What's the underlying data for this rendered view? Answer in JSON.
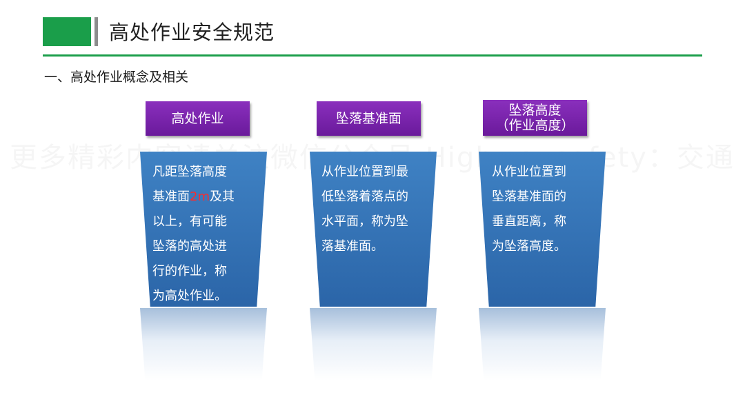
{
  "title": "高处作业安全规范",
  "section_heading": "一、高处作业概念及相关",
  "watermark": "更多精彩内容请关注微信公众号 Highwaysafety：交通安全",
  "colors": {
    "accent_green": "#1a9e4a",
    "header_purple": "#7a23ad",
    "panel_blue": "#3473b6",
    "highlight_red": "#ff2a2a"
  },
  "cards": [
    {
      "header_lines": [
        "高处作业"
      ],
      "body_lines": [
        "凡距坠落高度",
        "基准面",
        "以上，有可能",
        "坠落的高处进",
        "行的作业，称",
        "为高处作业。"
      ],
      "highlight": "2m",
      "highlight_suffix": "及其"
    },
    {
      "header_lines": [
        "坠落基准面"
      ],
      "body_lines": [
        "从作业位置到最",
        "低坠落着落点的",
        "水平面，称为坠",
        "落基准面。"
      ]
    },
    {
      "header_lines": [
        "坠落高度",
        "（作业高度）"
      ],
      "body_lines": [
        "从作业位置到",
        "坠落基准面的",
        "垂直距离，称",
        "为坠落高度。"
      ]
    }
  ]
}
